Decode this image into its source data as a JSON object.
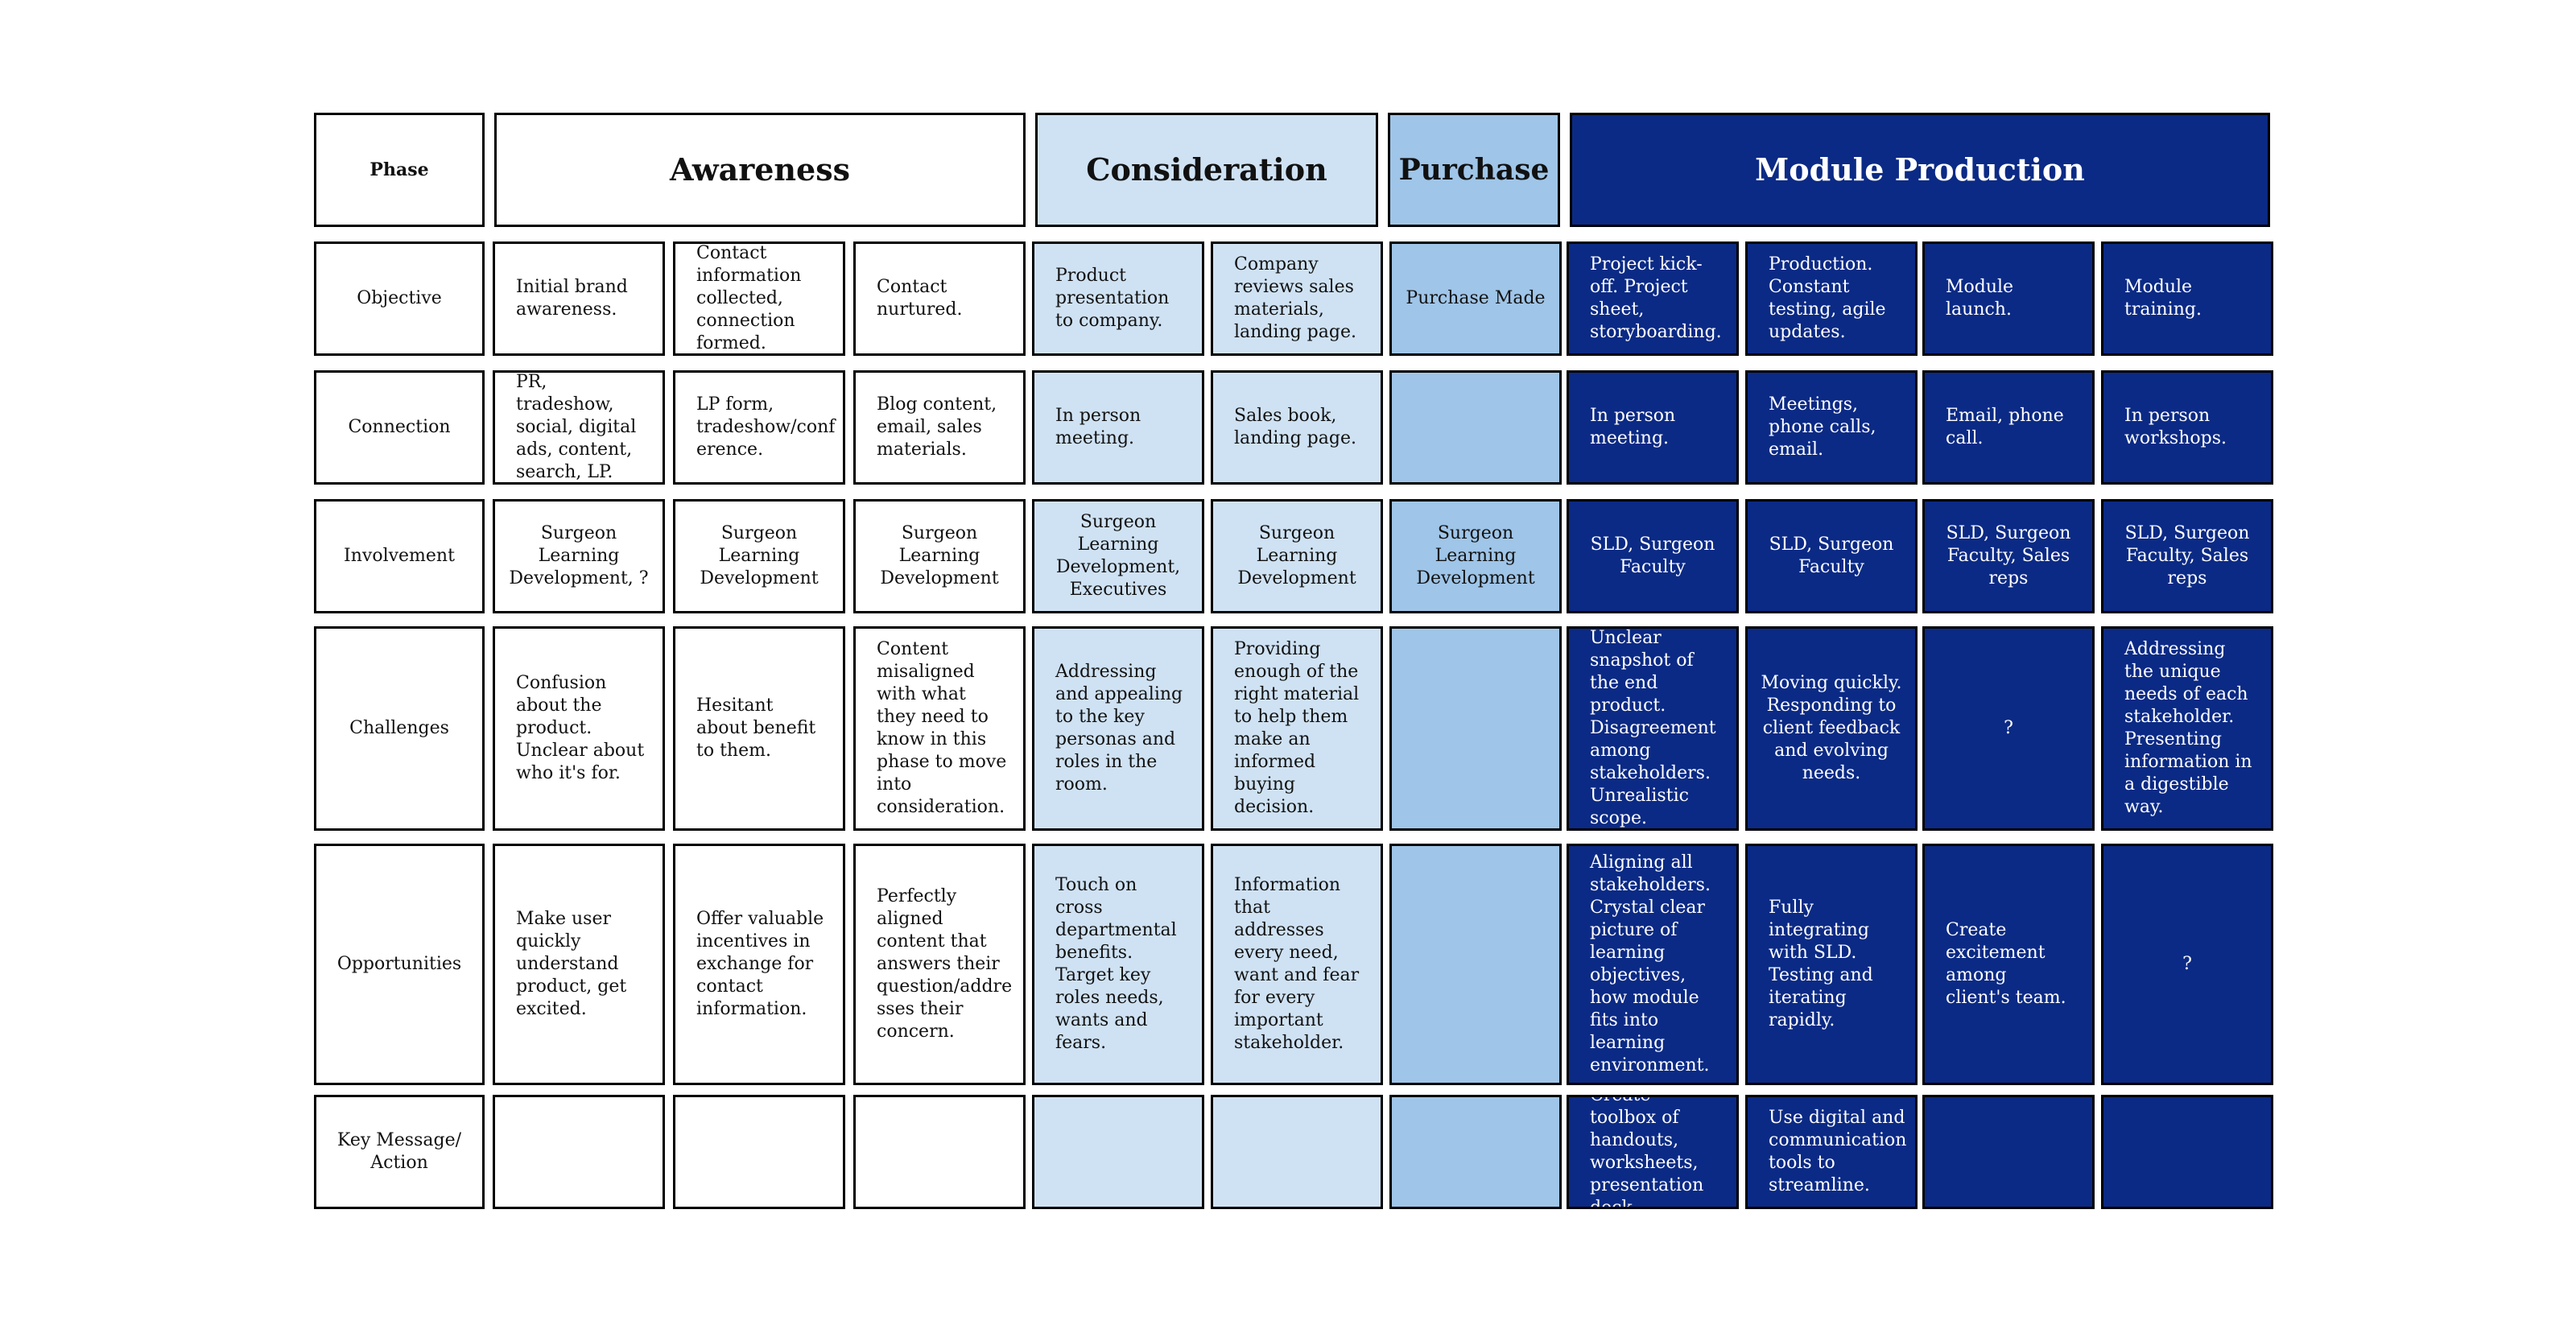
{
  "phases": {
    "label": "Phase",
    "awareness": "Awareness",
    "consideration": "Consideration",
    "purchase": "Purchase",
    "module_production": "Module Production"
  },
  "rows": {
    "objective": {
      "label": "Objective",
      "cells": [
        "Initial brand awareness.",
        "Contact information collected, connection formed.",
        "Contact nurtured.",
        "Product presentation to company.",
        "Company reviews sales materials, landing page.",
        "Purchase Made",
        "Project kick-off. Project sheet, storyboarding.",
        "Production. Constant testing, agile updates.",
        "Module launch.",
        "Module training."
      ]
    },
    "connection": {
      "label": "Connection",
      "cells": [
        "PR, tradeshow, social, digital ads, content, search, LP.",
        "LP form, tradeshow/conf erence.",
        "Blog content, email, sales materials.",
        "In person meeting.",
        "Sales book, landing page.",
        "",
        "In person meeting.",
        "Meetings, phone calls, email.",
        "Email, phone call.",
        "In person workshops."
      ]
    },
    "involvement": {
      "label": "Involvement",
      "cells": [
        "Surgeon Learning Development, ?",
        "Surgeon Learning Development",
        "Surgeon Learning Development",
        "Surgeon Learning Development, Executives",
        "Surgeon Learning Development",
        "Surgeon Learning Development",
        "SLD, Surgeon Faculty",
        "SLD, Surgeon Faculty",
        "SLD, Surgeon Faculty, Sales reps",
        "SLD, Surgeon Faculty, Sales reps"
      ]
    },
    "challenges": {
      "label": "Challenges",
      "cells": [
        "Confusion about the product. Unclear about who it's for.",
        "Hesitant about benefit to them.",
        "Content misaligned with what they need to know in this phase to move into consideration.",
        "Addressing and appealing to the key personas and roles in the room.",
        "Providing enough of the right material to help them make an informed buying decision.",
        "",
        "Unclear snapshot of the end product. Disagreement among stakeholders. Unrealistic scope.",
        "Moving quickly. Responding to client feedback and evolving needs.",
        "?",
        "Addressing the unique needs of each stakeholder. Presenting information in a digestible way."
      ]
    },
    "opportunities": {
      "label": "Opportunities",
      "cells": [
        "Make user quickly understand product, get excited.",
        "Offer valuable incentives in exchange for contact information.",
        "Perfectly aligned content that answers their question/addre sses their concern.",
        "Touch on cross departmental benefits. Target key roles needs, wants and fears.",
        "Information that addresses every need, want and fear for every important stakeholder.",
        "",
        "Aligning all stakeholders. Crystal clear picture of learning objectives, how module fits into learning environment.",
        "Fully integrating with SLD. Testing and iterating rapidly.",
        "Create excitement among client's team.",
        "?"
      ]
    },
    "key_message": {
      "label": "Key Message/ Action",
      "cells": [
        "",
        "",
        "",
        "",
        "",
        "",
        "Create toolbox of handouts, worksheets, presentation deck.",
        "Use digital and communication tools to streamline.",
        "",
        ""
      ]
    }
  },
  "colors": {
    "awareness": "#ffffff",
    "consideration": "#cfe2f3",
    "purchase": "#9fc5e8",
    "module_production": "#0b2a85",
    "border": "#000000"
  }
}
